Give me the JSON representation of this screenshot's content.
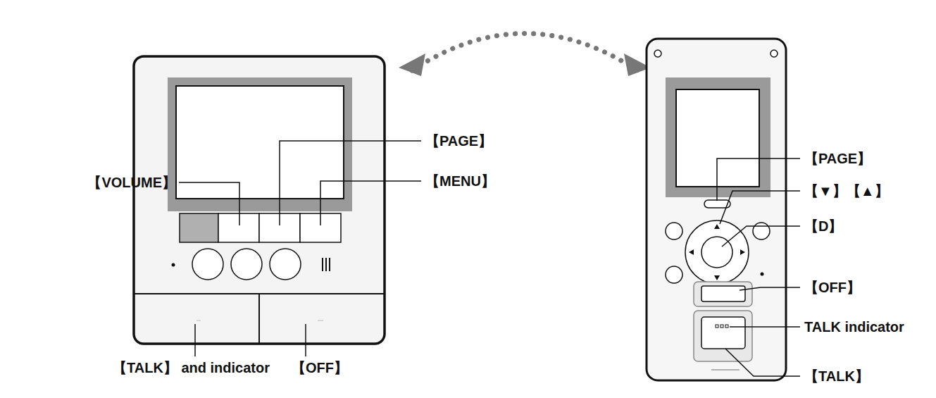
{
  "diagram": {
    "labels": [
      "【VOLUME】",
      "【PAGE】",
      "【MENU】",
      "【TALK】 and indicator",
      "【OFF】",
      "【PAGE】",
      "【▼】【▲】",
      "【D】",
      "【OFF】",
      "TALK indicator",
      "【TALK】"
    ]
  }
}
